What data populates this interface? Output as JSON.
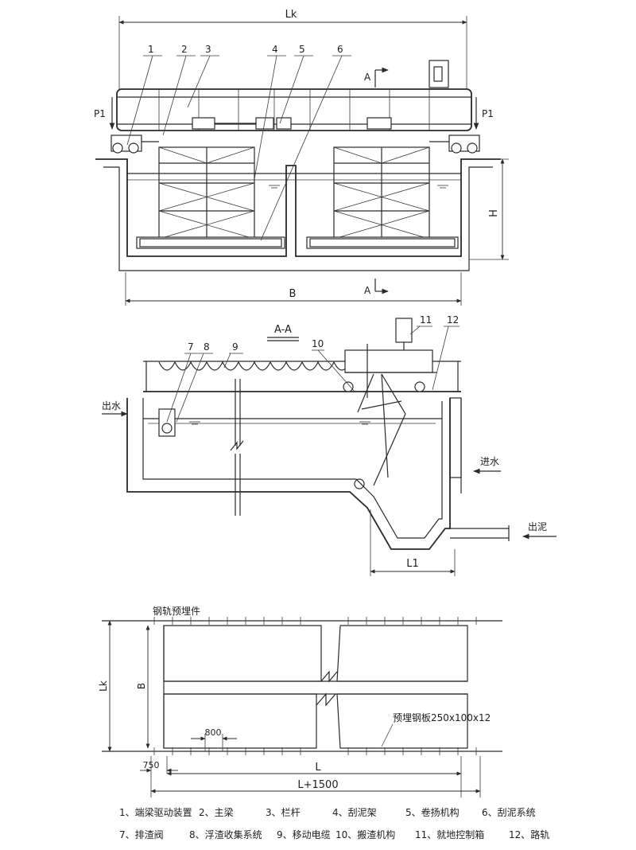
{
  "top_view": {
    "dim_lk": "Lk",
    "dim_b": "B",
    "dim_h": "H",
    "load_left": "P1",
    "load_right": "P1",
    "section_top": "A",
    "section_bottom": "A",
    "callouts": [
      "1",
      "2",
      "3",
      "4",
      "5",
      "6"
    ]
  },
  "section_view": {
    "title": "A-A",
    "callouts": [
      "7",
      "8",
      "9",
      "10",
      "11",
      "12"
    ],
    "outlet_water": "出水",
    "inlet_water": "进水",
    "outlet_sludge": "出泥",
    "dim_l1": "L1"
  },
  "plan_view": {
    "rail_embed_label": "钢轨预埋件",
    "plate_label": "预埋钢板250x100x12",
    "dim_lk": "Lk",
    "dim_b": "B",
    "dim_800": "800",
    "dim_750": "750",
    "dim_l": "L",
    "dim_l1500": "L+1500"
  },
  "legend": {
    "row1": [
      "1、端梁驱动装置",
      "2、主梁",
      "3、栏杆",
      "4、刮泥架",
      "5、卷扬机构",
      "6、刮泥系统"
    ],
    "row2": [
      "7、排渣阀",
      "8、浮渣收集系统",
      "9、移动电缆",
      "10、搬渣机构",
      "11、就地控制箱",
      "12、路轨"
    ]
  }
}
